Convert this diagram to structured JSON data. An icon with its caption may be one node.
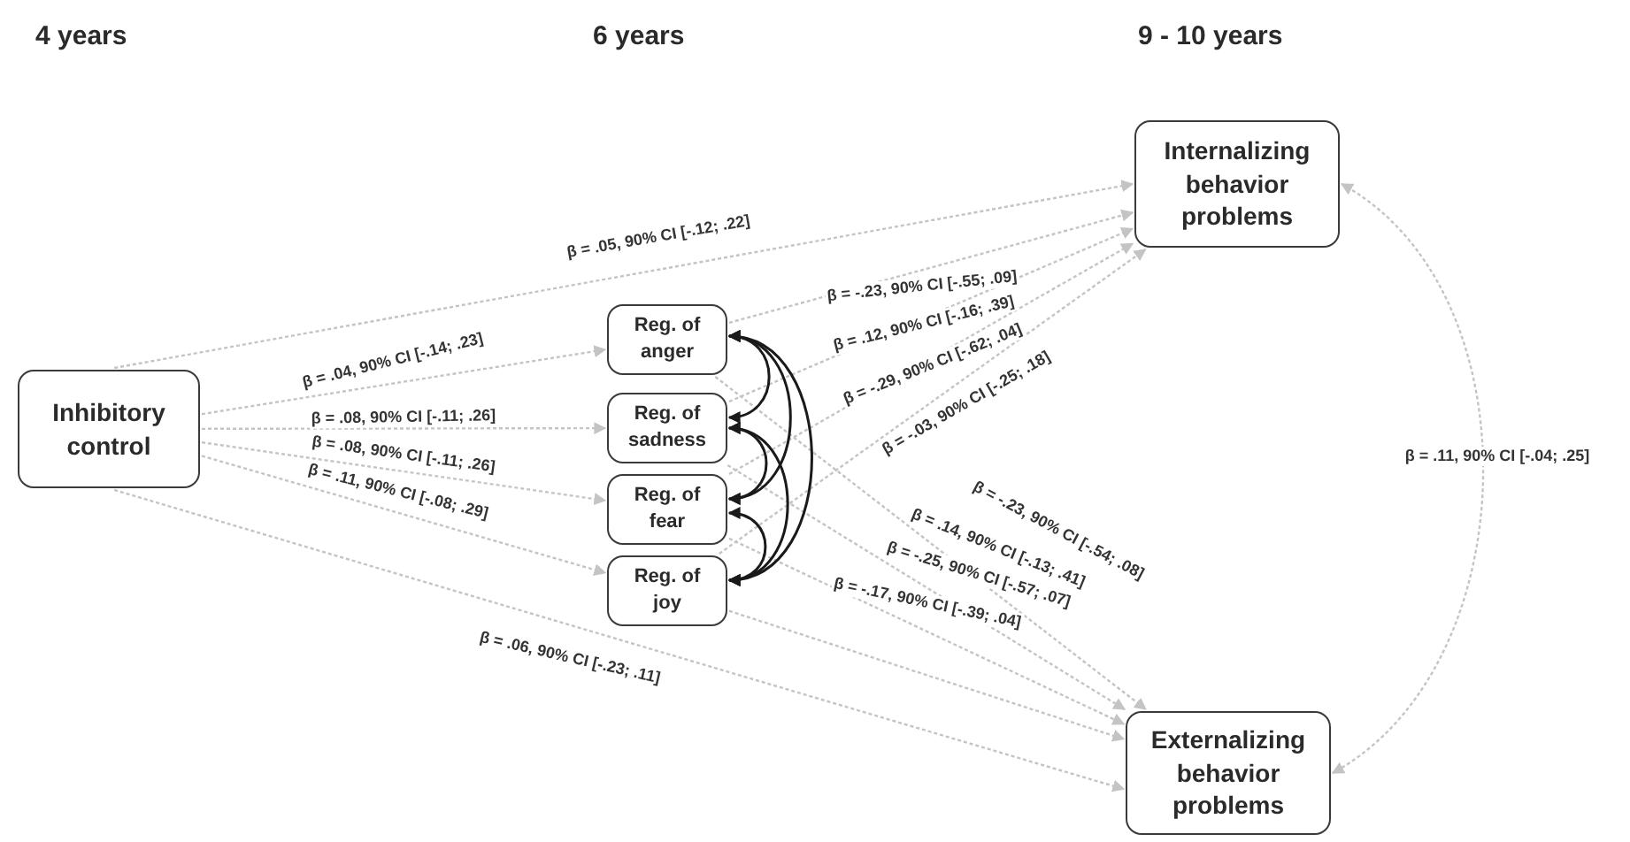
{
  "diagram": {
    "nodes": [
      {
        "text": [
          "Inhibitory control"
        ]
      },
      {
        "text": [
          "Reg. of anger"
        ]
      },
      {
        "text": [
          "Reg. of sadness"
        ]
      },
      {
        "text": [
          "Reg. of fear"
        ]
      },
      {
        "text": [
          "Reg. of joy"
        ]
      },
      {
        "text": [
          "Internalizing behavior problems"
        ]
      },
      {
        "text": [
          "Externalizing behavior problems"
        ]
      }
    ],
    "edges": [
      {
        "from": 0,
        "to": 5,
        "arrow": "to",
        "style": "dashed",
        "label": "β = .05, 90% CI [-.12; .22]"
      },
      {
        "from": 0,
        "to": 1,
        "arrow": "to",
        "style": "dashed",
        "label": "β = .04, 90% CI [-.14; .23]"
      },
      {
        "from": 0,
        "to": 2,
        "arrow": "to",
        "style": "dashed",
        "label": "β = .08, 90% CI [-.11; .26]"
      },
      {
        "from": 0,
        "to": 3,
        "arrow": "to",
        "style": "dashed",
        "label": "β = .08, 90% CI [-.11; .26]"
      },
      {
        "from": 0,
        "to": 4,
        "arrow": "to",
        "style": "dashed",
        "label": "β = .11, 90% CI [-.08; .29]"
      },
      {
        "from": 0,
        "to": 6,
        "arrow": "to",
        "style": "dashed",
        "label": "β = .06, 90% CI [-.23; .11]"
      },
      {
        "from": 1,
        "to": 5,
        "arrow": "to",
        "style": "dashed",
        "label": "β = -.23, 90% CI [-.55; .09]"
      },
      {
        "from": 2,
        "to": 5,
        "arrow": "to",
        "style": "dashed",
        "label": "β = .12, 90% CI [-.16; .39]"
      },
      {
        "from": 3,
        "to": 5,
        "arrow": "to",
        "style": "dashed",
        "label": "β = -.29, 90% CI [-.62; .04]"
      },
      {
        "from": 4,
        "to": 5,
        "arrow": "to",
        "style": "dashed",
        "label": "β = -.03, 90% CI [-.25; .18]"
      },
      {
        "from": 1,
        "to": 6,
        "arrow": "to",
        "style": "dashed",
        "label": "β = -.23, 90% CI [-.54; .08]"
      },
      {
        "from": 2,
        "to": 6,
        "arrow": "to",
        "style": "dashed",
        "label": "β = .14, 90% CI [-.13; .41]"
      },
      {
        "from": 3,
        "to": 6,
        "arrow": "to",
        "style": "dashed",
        "label": "β = -.25, 90% CI [-.57; .07]"
      },
      {
        "from": 4,
        "to": 6,
        "arrow": "to",
        "style": "dashed",
        "label": "β = -.17, 90% CI [-.39; .04]"
      },
      {
        "from": 5,
        "to": 6,
        "arrow": "both",
        "style": "dashed",
        "label": "β = .11, 90% CI [-.04; .25]"
      },
      {
        "from": 1,
        "to": 2,
        "arrow": "both",
        "color": "#1a1a1a"
      },
      {
        "from": 1,
        "to": 3,
        "arrow": "both",
        "color": "#1a1a1a"
      },
      {
        "from": 1,
        "to": 4,
        "arrow": "both",
        "color": "#1a1a1a"
      },
      {
        "from": 2,
        "to": 3,
        "arrow": "both",
        "color": "#1a1a1a"
      },
      {
        "from": 2,
        "to": 4,
        "arrow": "both",
        "color": "#1a1a1a"
      },
      {
        "from": 3,
        "to": 4,
        "arrow": "both",
        "color": "#1a1a1a"
      }
    ],
    "labels": [
      "4 years",
      "6 years",
      "9 - 10 years"
    ]
  }
}
